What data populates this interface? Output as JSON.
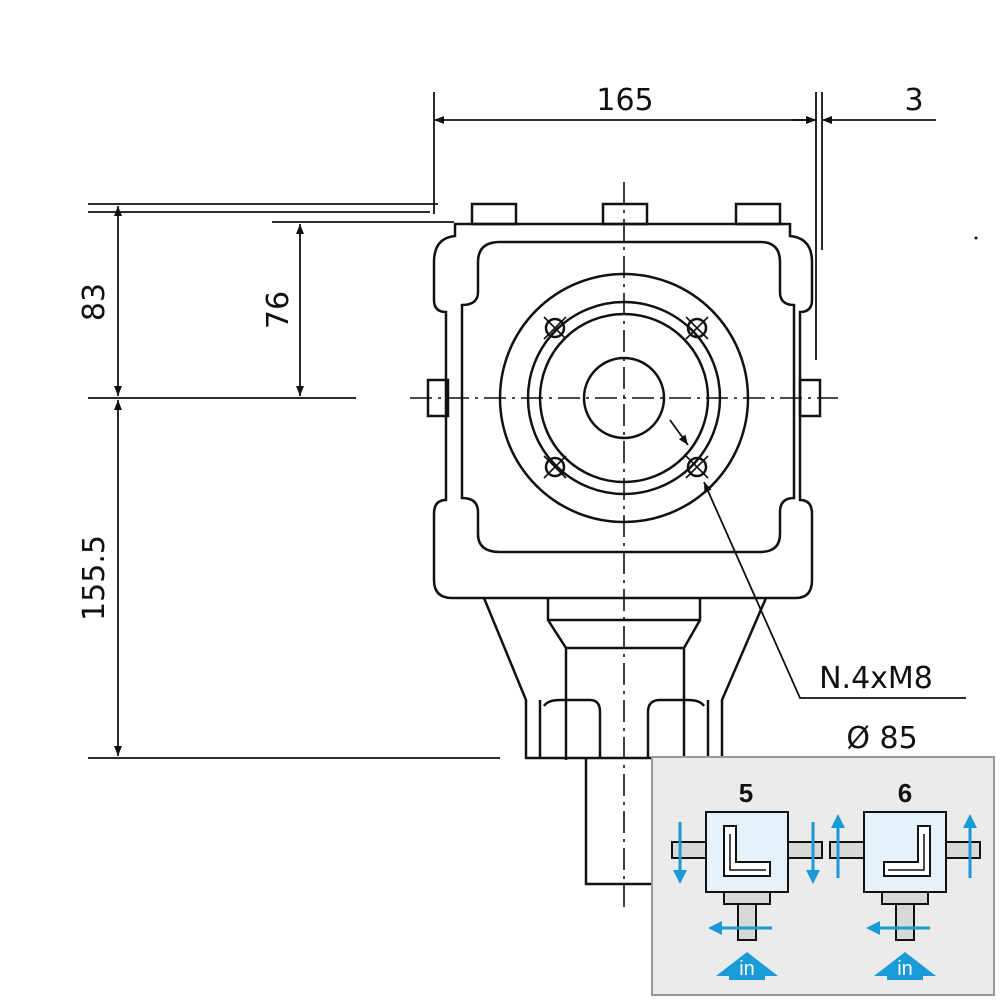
{
  "dimensions": {
    "width_165": "165",
    "offset_3": "3",
    "height_83": "83",
    "height_76": "76",
    "height_155_5": "155.5",
    "hole_spec": "N.4xM8",
    "diameter": "Ø 85"
  },
  "legend": {
    "config_a": "5",
    "config_b": "6",
    "input_label": "in"
  },
  "colors": {
    "line": "#111111",
    "arrow_blue": "#1a9ad6",
    "legend_bg": "#ebebeb",
    "legend_box": "#e6f2fa"
  }
}
